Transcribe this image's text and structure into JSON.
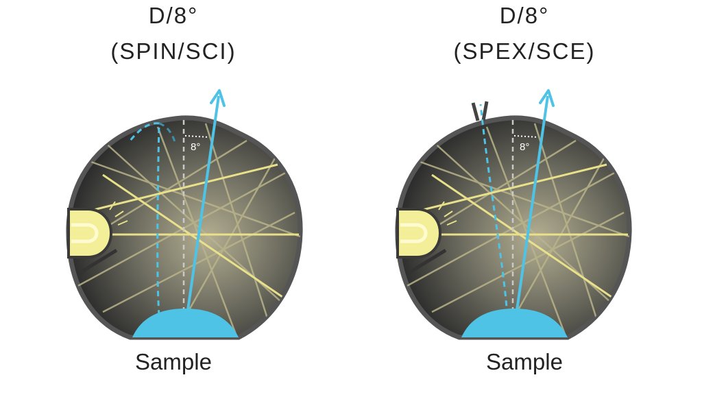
{
  "left": {
    "title_line1": "D/8°",
    "title_line2": "(SPIN/SCI)",
    "angle_label": "8°",
    "caption": "Sample"
  },
  "right": {
    "title_line1": "D/8°",
    "title_line2": "(SPEX/SCE)",
    "angle_label": "8°",
    "caption": "Sample"
  },
  "colors": {
    "sphere_fill_center": "#a8a48a",
    "sphere_fill_edge": "#2a2a2a",
    "sphere_border": "#555555",
    "light_rays": "#e8e08a",
    "lamp": "#f6f09a",
    "beam": "#4ec3e6",
    "sample": "#4ec3e6"
  }
}
